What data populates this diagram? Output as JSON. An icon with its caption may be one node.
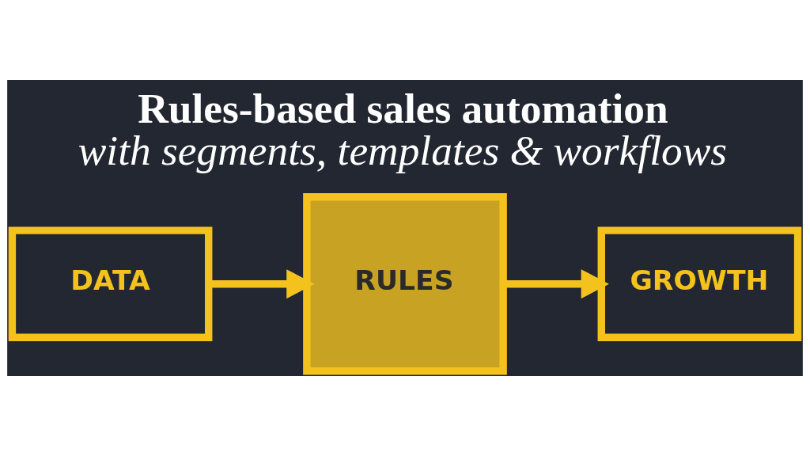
{
  "diagram": {
    "title": "Rules-based sales automation",
    "caption": "with segments, templates & workflows",
    "nodes": [
      {
        "text": [
          "DATA"
        ]
      },
      {
        "text": [
          "RULES"
        ]
      },
      {
        "text": [
          "GROWTH"
        ]
      }
    ],
    "edges": [
      {
        "from": 0,
        "to": 1,
        "arrow": "to"
      },
      {
        "from": 1,
        "to": 2,
        "arrow": "to"
      }
    ]
  }
}
